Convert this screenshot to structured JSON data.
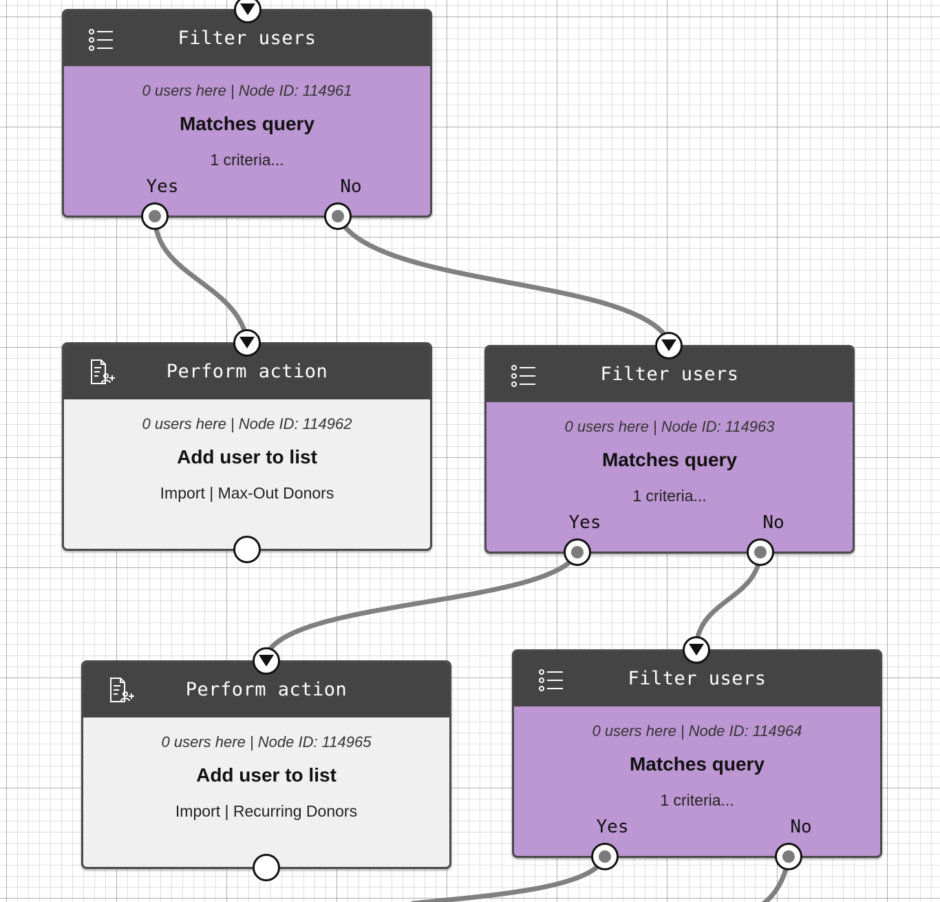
{
  "nodes": [
    {
      "id": "node1",
      "kind": "filter",
      "icon": "list-filter-icon",
      "title": "Filter users",
      "meta": "0 users here | Node ID: 114961",
      "name": "Matches query",
      "detail": "1 criteria...",
      "ports": {
        "yes": "Yes",
        "no": "No"
      }
    },
    {
      "id": "node2",
      "kind": "action",
      "icon": "add-user-document-icon",
      "title": "Perform action",
      "meta": "0 users here | Node ID: 114962",
      "name": "Add user to list",
      "detail": "Import | Max-Out Donors"
    },
    {
      "id": "node3",
      "kind": "filter",
      "icon": "list-filter-icon",
      "title": "Filter users",
      "meta": "0 users here | Node ID: 114963",
      "name": "Matches query",
      "detail": "1 criteria...",
      "ports": {
        "yes": "Yes",
        "no": "No"
      }
    },
    {
      "id": "node4",
      "kind": "action",
      "icon": "add-user-document-icon",
      "title": "Perform action",
      "meta": "0 users here | Node ID: 114965",
      "name": "Add user to list",
      "detail": "Import | Recurring Donors"
    },
    {
      "id": "node5",
      "kind": "filter",
      "icon": "list-filter-icon",
      "title": "Filter users",
      "meta": "0 users here | Node ID: 114964",
      "name": "Matches query",
      "detail": "1 criteria...",
      "ports": {
        "yes": "Yes",
        "no": "No"
      }
    }
  ],
  "connections": [
    {
      "from": "node1.yes",
      "to": "node2"
    },
    {
      "from": "node1.no",
      "to": "node3"
    },
    {
      "from": "node3.yes",
      "to": "node4"
    },
    {
      "from": "node3.no",
      "to": "node5"
    },
    {
      "from": "node5.yes",
      "to": "off-canvas"
    },
    {
      "from": "node5.no",
      "to": "off-canvas"
    }
  ],
  "colors": {
    "header": "#444444",
    "filter_body": "#bd97d3",
    "action_body": "#f0f0f1",
    "connector": "#808080",
    "grid_line": "#cccccc"
  }
}
